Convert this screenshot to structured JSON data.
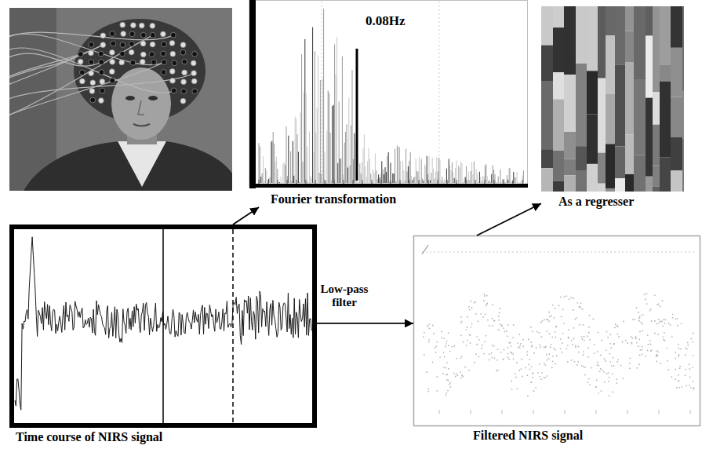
{
  "diagram": {
    "nodes": [
      {
        "text": [
          "0.08Hz",
          "Fourier transformation"
        ]
      },
      {
        "text": [
          "As a regresser"
        ]
      },
      {
        "text": [
          "Time course of NIRS signal"
        ]
      },
      {
        "text": [
          "Filtered NIRS signal"
        ]
      }
    ],
    "edges": [
      {
        "from": 2,
        "to": 0,
        "arrow": "to"
      },
      {
        "from": 2,
        "to": 3,
        "label": "Low-pass filter",
        "arrow": "to"
      },
      {
        "from": 3,
        "to": 1,
        "arrow": "to"
      }
    ]
  }
}
